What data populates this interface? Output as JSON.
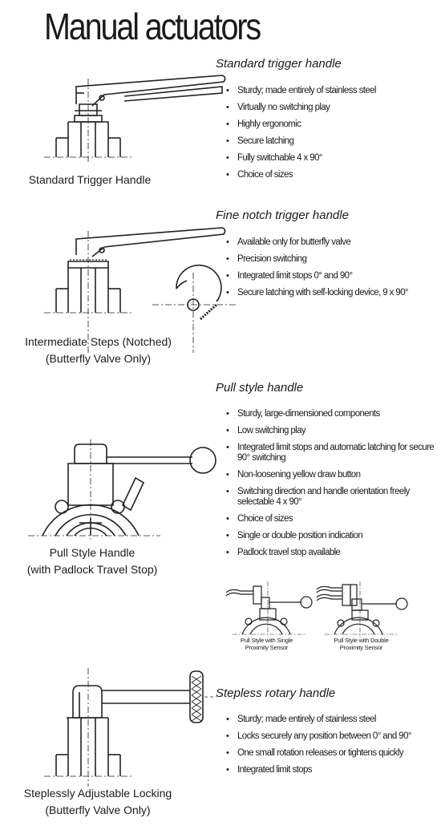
{
  "page": {
    "title": "Manual actuators"
  },
  "sections": [
    {
      "id": "standard",
      "title": "Standard trigger handle",
      "caption": [
        "Standard Trigger Handle"
      ],
      "bullets": [
        "Sturdy; made entirely of stainless steel",
        "Virtually no switching play",
        "Highly ergonomic",
        "Secure latching",
        "Fully switchable 4 x 90°",
        "Choice of sizes"
      ]
    },
    {
      "id": "fine-notch",
      "title": "Fine notch trigger handle",
      "caption": [
        "Intermediate Steps (Notched)",
        "(Butterfly Valve Only)"
      ],
      "bullets": [
        "Available only for butterfly valve",
        "Precision switching",
        "Integrated limit stops 0° and 90°",
        "Secure latching with self-locking device, 9 x 90°"
      ]
    },
    {
      "id": "pull",
      "title": "Pull style handle",
      "caption": [
        "Pull Style Handle",
        "(with Padlock Travel Stop)"
      ],
      "bullets": [
        "Sturdy, large-dimensioned components",
        "Low switching play",
        "Integrated limit stops and automatic latching for secure 90° switching",
        "Non-loosening yellow draw button",
        "Switching direction and handle orientation freely selectable 4 x 90°",
        "Choice of sizes",
        "Single or double position indication",
        "Padlock travel stop available"
      ],
      "sensor_captions": [
        [
          "Pull Style with Single",
          "Proximity Sensor"
        ],
        [
          "Pull Style with Double",
          "Proximity Sensor"
        ]
      ]
    },
    {
      "id": "stepless",
      "title": "Stepless rotary handle",
      "caption": [
        "Steplessly Adjustable Locking",
        "(Butterfly Valve Only)"
      ],
      "bullets": [
        "Sturdy; made entirely of stainless steel",
        "Locks securely any position between 0° and 90°",
        "One small rotation releases or tightens quickly",
        "Integrated limit stops"
      ]
    }
  ]
}
